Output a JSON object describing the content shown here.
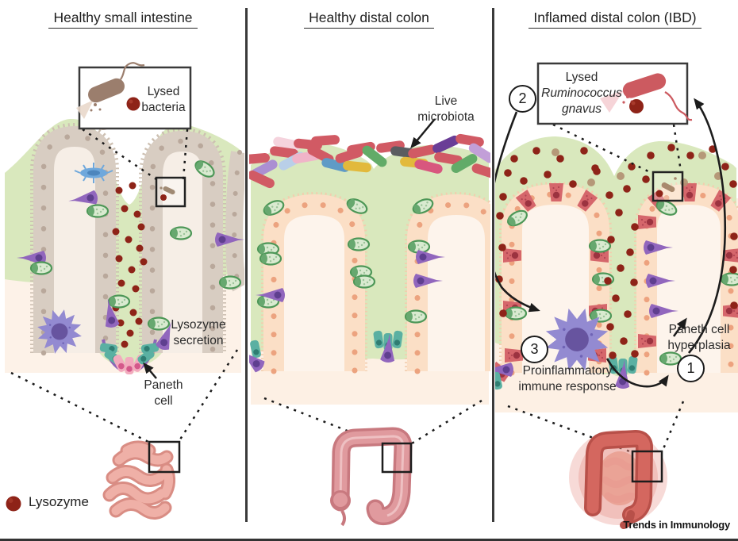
{
  "panel1": {
    "title": "Healthy small intestine",
    "inset_label": "Lysed bacteria",
    "lysozyme_secretion_label": "Lysozyme secretion",
    "paneth_cell_label": "Paneth cell"
  },
  "panel2": {
    "title": "Healthy distal colon",
    "live_microbiota_label": "Live microbiota"
  },
  "panel3": {
    "title": "Inflamed distal colon (IBD)",
    "inset_label_prefix": "Lysed",
    "inset_species_line1": "Ruminococcus",
    "inset_species_line2": "gnavus",
    "step1": "1",
    "step2": "2",
    "step3": "3",
    "proinflammatory_label": "Proinflammatory immune response",
    "paneth_hyperplasia_label": "Paneth cell hyperplasia"
  },
  "legend": {
    "lysozyme_label": "Lysozyme",
    "lysozyme_color": "#8e2318"
  },
  "credit": "Trends in Immunology",
  "colors": {
    "lysozyme_red": "#8e2318",
    "mucus_green": "#d9e8bd",
    "villus_tan": "#d8cdc2",
    "colon_peach": "#fbdfc6",
    "inflamed_red": "#d5666b",
    "immune_purple": "#938ad1"
  }
}
